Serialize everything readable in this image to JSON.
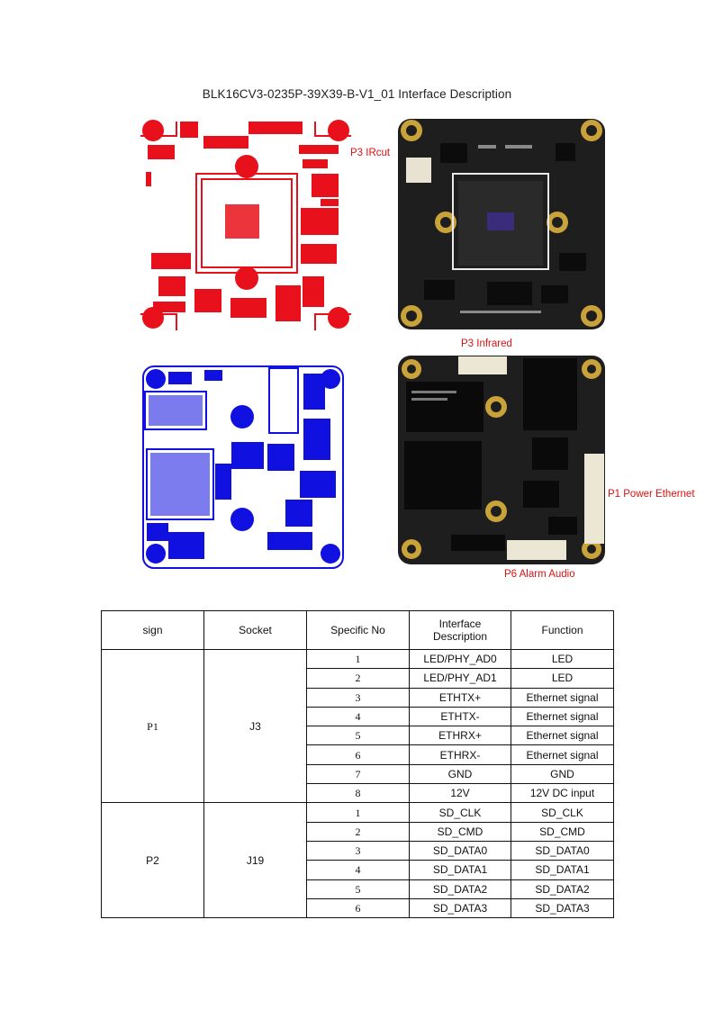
{
  "title": "BLK16CV3-0235P-39X39-B-V1_01 Interface Description",
  "labels": {
    "p3_ircut": "P3 IRcut",
    "p3_infrared": "P3 Infrared",
    "p1_power_ethernet": "P1 Power Ethernet",
    "p6_alarm_audio": "P6 Alarm Audio"
  },
  "colors": {
    "top_layout": "#e8101a",
    "bottom_layout": "#1010e0",
    "label_text": "#dd1111",
    "pcb": "#1e1e1e"
  },
  "table": {
    "headers": {
      "sign": "sign",
      "socket": "Socket",
      "specific_no": "Specific No",
      "interface_description": "Interface Description",
      "function": "Function"
    },
    "groups": [
      {
        "sign": "P1",
        "socket": "J3",
        "rows": [
          {
            "no": "1",
            "desc": "LED/PHY_AD0",
            "func": "LED"
          },
          {
            "no": "2",
            "desc": "LED/PHY_AD1",
            "func": "LED"
          },
          {
            "no": "3",
            "desc": "ETHTX+",
            "func": "Ethernet signal"
          },
          {
            "no": "4",
            "desc": "ETHTX-",
            "func": "Ethernet signal"
          },
          {
            "no": "5",
            "desc": "ETHRX+",
            "func": "Ethernet signal"
          },
          {
            "no": "6",
            "desc": "ETHRX-",
            "func": "Ethernet signal"
          },
          {
            "no": "7",
            "desc": "GND",
            "func": "GND"
          },
          {
            "no": "8",
            "desc": "12V",
            "func": "12V DC input"
          }
        ]
      },
      {
        "sign": "P2",
        "socket": "J19",
        "rows": [
          {
            "no": "1",
            "desc": "SD_CLK",
            "func": "SD_CLK"
          },
          {
            "no": "2",
            "desc": "SD_CMD",
            "func": "SD_CMD"
          },
          {
            "no": "3",
            "desc": "SD_DATA0",
            "func": "SD_DATA0"
          },
          {
            "no": "4",
            "desc": "SD_DATA1",
            "func": "SD_DATA1"
          },
          {
            "no": "5",
            "desc": "SD_DATA2",
            "func": "SD_DATA2"
          },
          {
            "no": "6",
            "desc": "SD_DATA3",
            "func": "SD_DATA3"
          }
        ]
      }
    ]
  }
}
